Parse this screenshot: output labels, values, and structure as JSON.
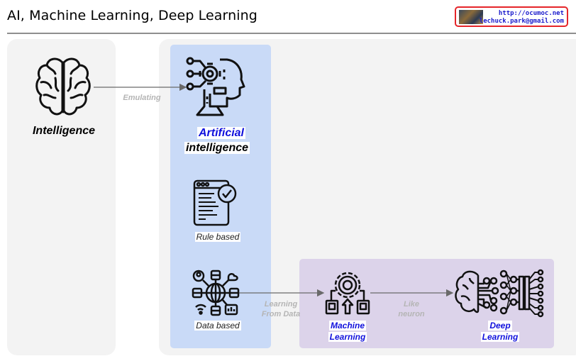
{
  "header": {
    "title": "AI, Machine Learning, Deep Learning",
    "badge": {
      "url": "http://ocumoc.net",
      "email": "lechuck.park@gmail.com"
    }
  },
  "nodes": {
    "intelligence": {
      "label": "Intelligence",
      "icon": "brain-icon"
    },
    "ai": {
      "label_line1": "Artificial",
      "label_line2": "intelligence",
      "icon": "robot-head-gear-icon"
    },
    "rule_based": {
      "label": "Rule based",
      "icon": "document-checklist-icon"
    },
    "data_based": {
      "label": "Data based",
      "icon": "globe-network-icon"
    },
    "machine_learning": {
      "label_line1": "Machine",
      "label_line2": "Learning",
      "icon": "gear-hierarchy-icon"
    },
    "deep_learning": {
      "label_line1": "Deep",
      "label_line2": "Learning",
      "icon": "brain-neural-network-icon"
    }
  },
  "edges": {
    "emulating": "Emulating",
    "learning_from_data_1": "Learning",
    "learning_from_data_2": "From Data",
    "like_neuron_1": "Like",
    "like_neuron_2": "neuron"
  },
  "colors": {
    "ai_panel": "#c9daf7",
    "ml_panel": "#dcd3ea",
    "group_panel": "#f3f3f3",
    "accent_text": "#1010dd",
    "edge_text": "#b5b5b5",
    "badge_border": "#e5252a"
  }
}
